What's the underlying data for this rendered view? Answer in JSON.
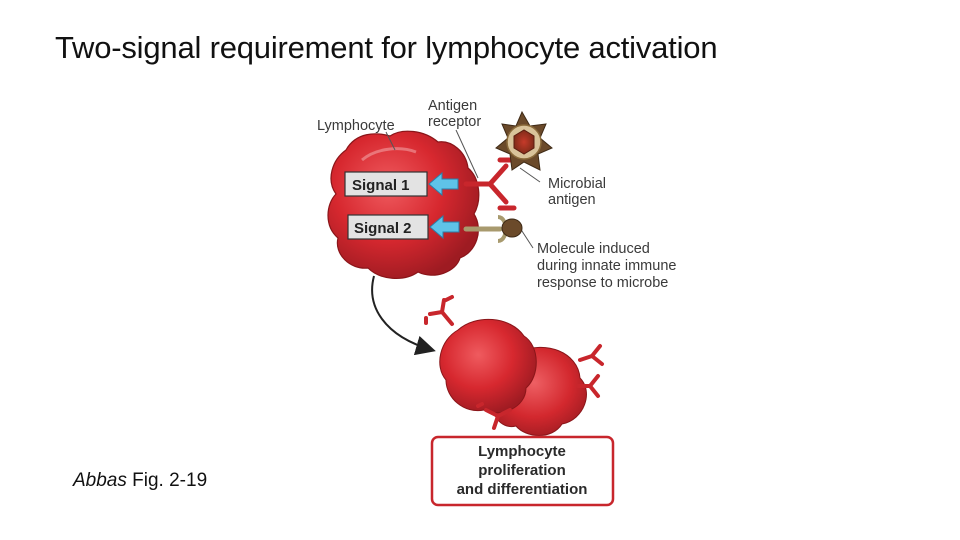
{
  "slide": {
    "title": "Two-signal requirement for lymphocyte activation",
    "citation_author": "Abbas",
    "citation_figure": "Fig. 2-19"
  },
  "figure": {
    "lymphocyte_label": "Lymphocyte",
    "antigen_receptor_label": [
      "Antigen",
      "receptor"
    ],
    "signal1_label": "Signal 1",
    "signal2_label": "Signal 2",
    "microbial_antigen_label": [
      "Microbial",
      "antigen"
    ],
    "molecule_label": [
      "Molecule induced",
      "during innate immune",
      "response to microbe"
    ],
    "outcome_label": [
      "Lymphocyte",
      "proliferation",
      "and differentiation"
    ]
  },
  "colors": {
    "cell_red": "#d7282f",
    "cell_dark": "#9e1b22",
    "receptor_red": "#c8262c",
    "signal_box_fill": "#e3e3e3",
    "arrow_blue": "#5fc3e8",
    "outcome_border": "#c8262c",
    "costim_tan": "#a89a6e",
    "microbe_brown": "#6b4a2a"
  },
  "icons": {
    "microbe": "star-shaped-microbe-icon",
    "receptor": "y-shaped-receptor-icon",
    "costimulator": "costimulatory-molecule-icon"
  }
}
